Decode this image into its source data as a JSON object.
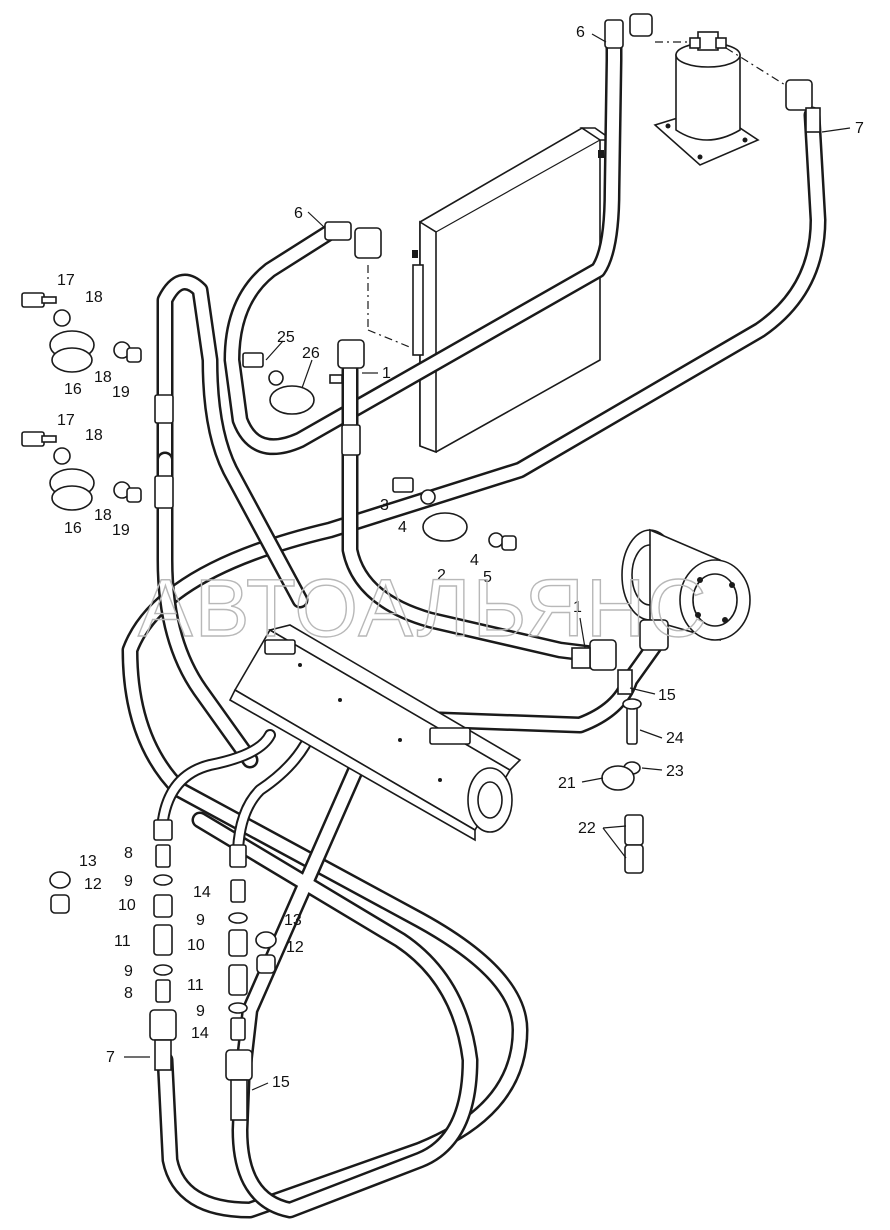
{
  "watermark": "АВТОАЛЬЯНС",
  "callouts": {
    "c1a": "1",
    "c1b": "1",
    "c2": "2",
    "c3": "3",
    "c4a": "4",
    "c4b": "4",
    "c5": "5",
    "c6a": "6",
    "c6b": "6",
    "c7a": "7",
    "c7b": "7",
    "c8a": "8",
    "c8b": "8",
    "c9a": "9",
    "c9b": "9",
    "c9c": "9",
    "c9d": "9",
    "c10a": "10",
    "c10b": "10",
    "c11a": "11",
    "c11b": "11",
    "c12a": "12",
    "c12b": "12",
    "c13a": "13",
    "c13b": "13",
    "c14a": "14",
    "c14b": "14",
    "c15a": "15",
    "c15b": "15",
    "c16a": "16",
    "c16b": "16",
    "c17a": "17",
    "c17b": "17",
    "c18a": "18",
    "c18b": "18",
    "c18c": "18",
    "c18d": "18",
    "c19a": "19",
    "c19b": "19",
    "c21": "21",
    "c22": "22",
    "c23": "23",
    "c24": "24",
    "c25": "25",
    "c26": "26"
  }
}
